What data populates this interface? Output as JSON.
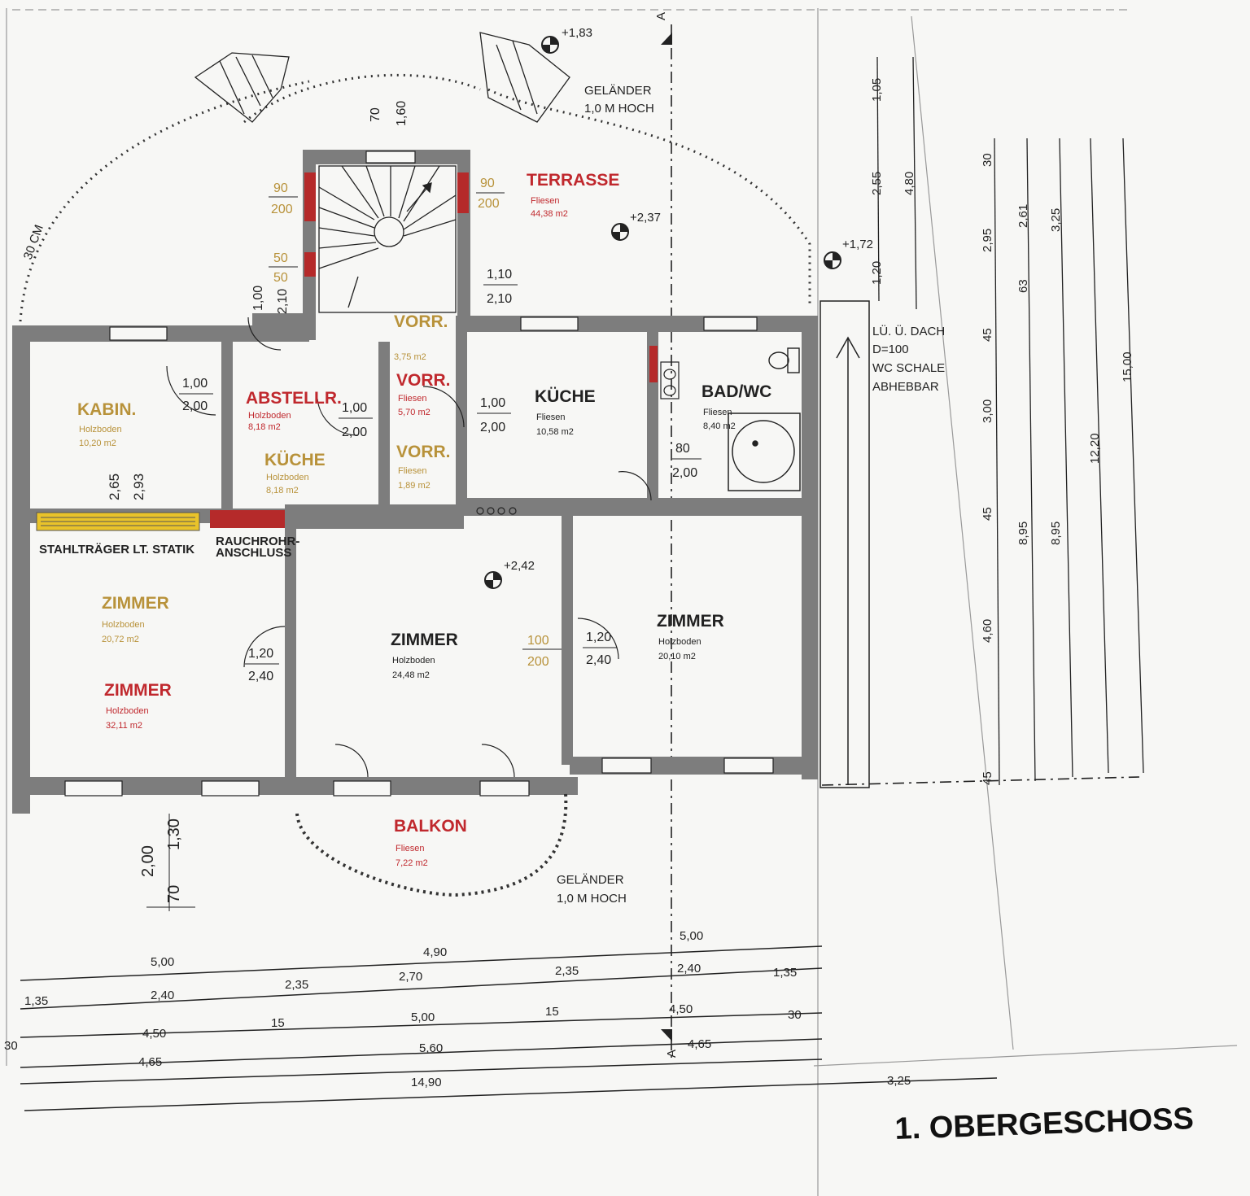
{
  "drawing_title": "1. OBERGESCHOSS",
  "colors": {
    "wall": "#7a7a7a",
    "label_red": "#c0282d",
    "label_gold": "#b8923a",
    "line": "#222222",
    "chimney": "#b52a2a",
    "beam": "#e9c32a"
  },
  "rooms": {
    "terrasse": {
      "name": "TERRASSE",
      "floor": "Fliesen",
      "area": "44,38 m2"
    },
    "kabin": {
      "name": "KABIN.",
      "floor": "Holzboden",
      "area": "10,20 m2"
    },
    "abstellr": {
      "name": "ABSTELLR.",
      "floor": "Holzboden",
      "area": "8,18 m2"
    },
    "kueche_small": {
      "name": "KÜCHE",
      "floor": "Holzboden",
      "area": "8,18 m2"
    },
    "vorr_top": {
      "name": "VORR.",
      "area": "3,75 m2"
    },
    "vorr_mid": {
      "name": "VORR.",
      "floor": "Fliesen",
      "area": "5,70 m2"
    },
    "vorr_low": {
      "name": "VORR.",
      "floor": "Fliesen",
      "area": "1,89 m2"
    },
    "kueche": {
      "name": "KÜCHE",
      "floor": "Fliesen",
      "area": "10,58 m2"
    },
    "bad": {
      "name": "BAD/WC",
      "floor": "Fliesen",
      "area": "8,40 m2"
    },
    "zimmer_upper_left": {
      "name": "ZIMMER",
      "floor": "Holzboden",
      "area": "20,72 m2"
    },
    "zimmer_left": {
      "name": "ZIMMER",
      "floor": "Holzboden",
      "area": "32,11 m2"
    },
    "zimmer_center": {
      "name": "ZIMMER",
      "floor": "Holzboden",
      "area": "24,48 m2"
    },
    "zimmer_right": {
      "name": "ZIMMER",
      "floor": "Holzboden",
      "area": "20,10 m2"
    },
    "balkon": {
      "name": "BALKON",
      "floor": "Fliesen",
      "area": "7,22 m2"
    }
  },
  "notes": {
    "gelaender_top_1": "GELÄNDER",
    "gelaender_top_2": "1,0 M HOCH",
    "gelaender_bottom_1": "GELÄNDER",
    "gelaender_bottom_2": "1,0 M HOCH",
    "stahltraeger": "STAHLTRÄGER LT. STATIK",
    "rauchrohr_1": "RAUCHROHR-",
    "rauchrohr_2": "ANSCHLUSS",
    "lue_1": "LÜ. Ü. DACH",
    "lue_2": "D=100",
    "lue_3": "WC SCHALE",
    "lue_4": "ABHEBBAR",
    "thirty_cm": "30 CM",
    "section_a_top": "A",
    "section_a_bottom": "A"
  },
  "levels": {
    "l183": "+1,83",
    "l237": "+2,37",
    "l172": "+1,72",
    "l242": "+2,42"
  },
  "opening_labels": {
    "o_door_kabin_a": "1,00",
    "o_door_kabin_b": "2,00",
    "o_door_abst_a": "1,00",
    "o_door_abst_b": "2,00",
    "o_door_kue_a": "1,00",
    "o_door_kue_b": "2,00",
    "o_door_left_a": "1,20",
    "o_door_left_b": "2,40",
    "o_door_right_a": "1,20",
    "o_door_right_b": "2,40",
    "o_open_center_a": "100",
    "o_open_center_b": "200",
    "o_bad_a": "80",
    "o_bad_b": "2,00",
    "o_stair_90a": "90",
    "o_stair_200a": "200",
    "o_stair_90b": "90",
    "o_stair_200b": "200",
    "o_stair_50a": "50",
    "o_stair_50b": "50",
    "o_terr_door_a": "1,10",
    "o_terr_door_b": "2,10",
    "o_left_door_a": "1,00",
    "o_left_door_b": "2,10",
    "o_stair_win_a": "70",
    "o_stair_win_b": "1,60"
  },
  "dimension_rows": {
    "row1": [
      "5,00",
      "4,90",
      "5,00"
    ],
    "row2": [
      "1,35",
      "2,40",
      "2,35",
      "2,70",
      "2,35",
      "2,40",
      "1,35"
    ],
    "row3": [
      "30",
      "4,50",
      "15",
      "5,00",
      "15",
      "4,50",
      "30"
    ],
    "row4": [
      "4,65",
      "5,60",
      "4,65"
    ],
    "row5": [
      "14,90",
      "3,25"
    ]
  },
  "vertical_dims": {
    "v1": [
      "1,05",
      "2,55",
      "1,20"
    ],
    "v2": [
      "4,80"
    ],
    "v3": [
      "30",
      "2,95",
      "45",
      "3,00",
      "45",
      "4,60",
      "45"
    ],
    "v4": [
      "2,61",
      "63",
      "8,95"
    ],
    "v5": [
      "3,25",
      "8,95"
    ],
    "v6": [
      "12,20"
    ],
    "v7": [
      "15,00"
    ]
  },
  "misc_dims": {
    "d200": "2,00",
    "d130": "1,30",
    "d70": "70",
    "d265": "2,65",
    "d293": "2,93"
  }
}
